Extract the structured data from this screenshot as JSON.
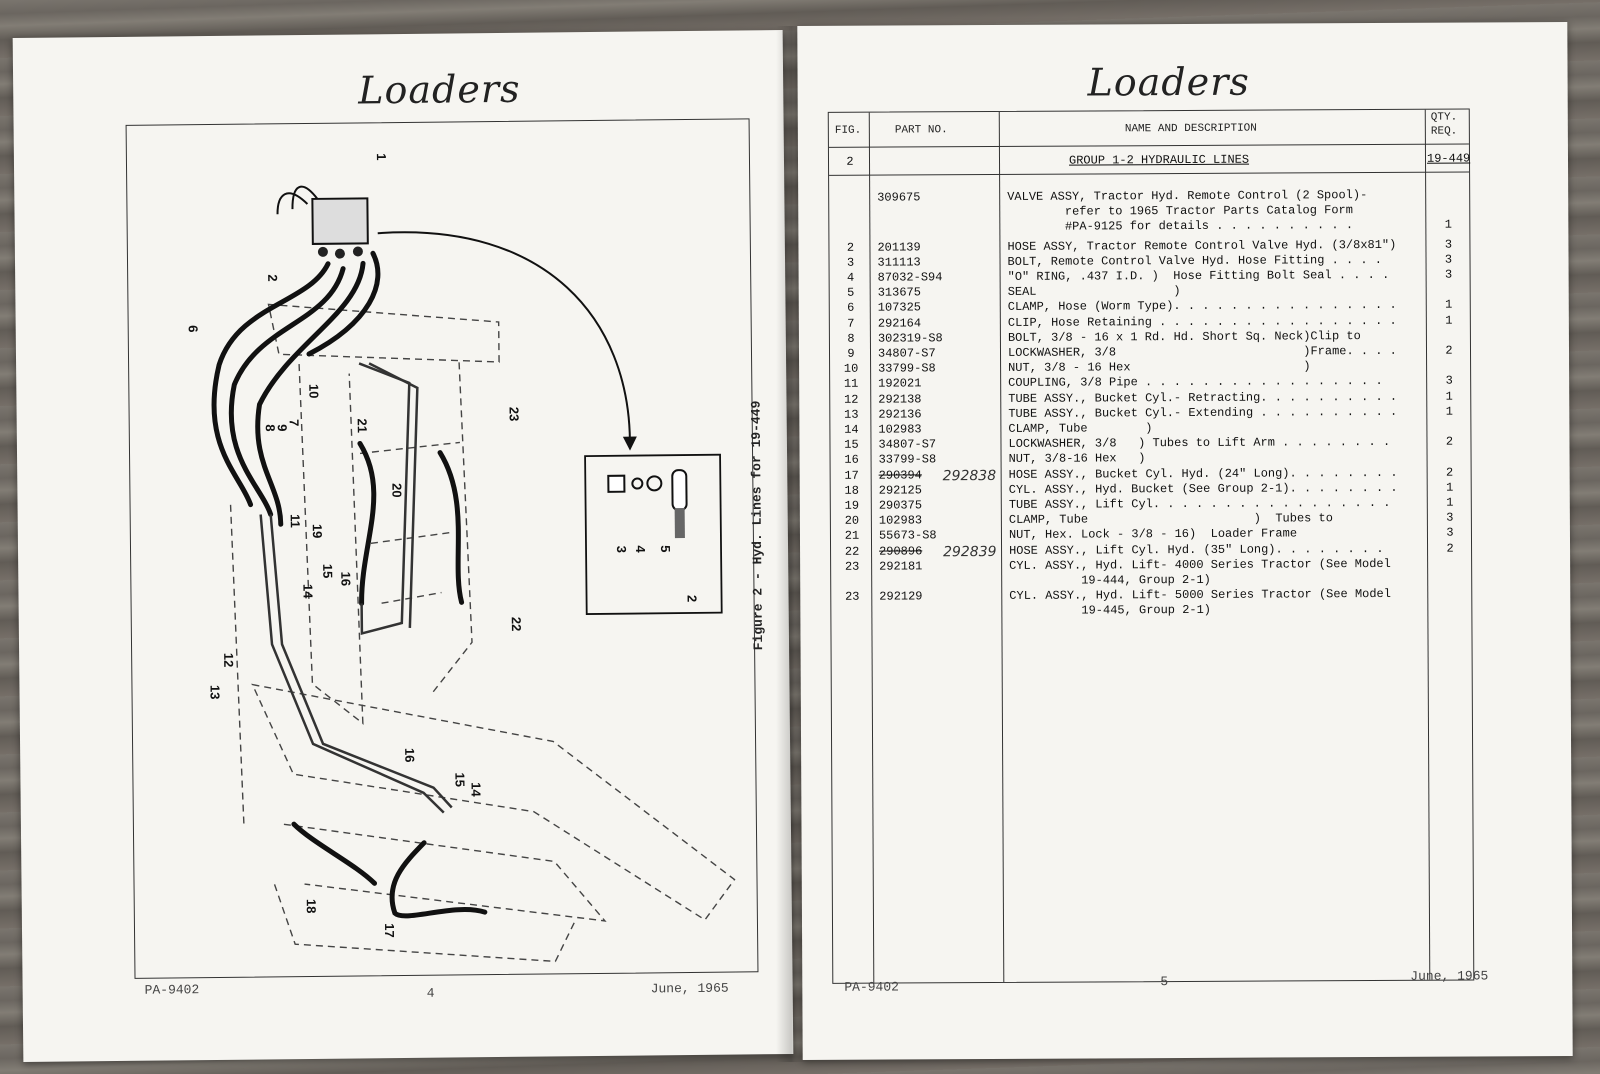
{
  "left_page": {
    "title": "Loaders",
    "caption": "Figure 2 - Hyd. Lines for 19-449",
    "footer_form": "PA-9402",
    "footer_page": "4",
    "footer_date": "June, 1965",
    "callouts": [
      "1",
      "2",
      "6",
      "10",
      "7",
      "9",
      "8",
      "21",
      "20",
      "23",
      "11",
      "19",
      "15",
      "16",
      "14",
      "12",
      "13",
      "22",
      "16",
      "15",
      "14",
      "18",
      "17",
      "3",
      "4",
      "5",
      "2"
    ]
  },
  "right_page": {
    "title": "Loaders",
    "footer_form": "PA-9402",
    "footer_page": "5",
    "footer_date": "June, 1965",
    "headers": {
      "fig": "FIG.",
      "part": "PART NO.",
      "desc": "NAME AND DESCRIPTION",
      "qty1": "QTY.",
      "qty2": "REQ."
    },
    "group_row": {
      "fig": "2",
      "desc": "GROUP 1-2 HYDRAULIC LINES",
      "qty": "19-449"
    },
    "rows": [
      {
        "fig": "",
        "part": "309675",
        "desc": "VALVE ASSY, Tractor Hyd. Remote Control (2 Spool)-",
        "qty": ""
      },
      {
        "fig": "",
        "part": "",
        "desc": "        refer to 1965 Tractor Parts Catalog Form",
        "qty": ""
      },
      {
        "fig": "",
        "part": "",
        "desc": "        #PA-9125 for details . . . . . . . . . .",
        "qty": "1"
      },
      {
        "fig": "2",
        "part": "201139",
        "desc": "HOSE ASSY, Tractor Remote Control Valve Hyd. (3/8x81\")",
        "qty": "3"
      },
      {
        "fig": "3",
        "part": "311113",
        "desc": "BOLT, Remote Control Valve Hyd. Hose Fitting . . . .",
        "qty": "3"
      },
      {
        "fig": "4",
        "part": "  87032-S94",
        "desc": "\"O\" RING, .437 I.D. )  Hose Fitting Bolt Seal . . . .",
        "qty": "3"
      },
      {
        "fig": "5",
        "part": "313675",
        "desc": "SEAL                   )",
        "qty": ""
      },
      {
        "fig": "6",
        "part": "107325",
        "desc": "CLAMP, Hose (Worm Type). . . . . . . . . . . . . . . .",
        "qty": "1"
      },
      {
        "fig": "7",
        "part": "292164",
        "desc": "CLIP, Hose Retaining . . . . . . . . . . . . . . . . .",
        "qty": "1"
      },
      {
        "fig": "8",
        "part": "  302319-S8",
        "desc": "BOLT, 3/8 - 16 x 1 Rd. Hd. Short Sq. Neck)Clip to",
        "qty": ""
      },
      {
        "fig": "9",
        "part": "  34807-S7",
        "desc": "LOCKWASHER, 3/8                          )Frame. . . .",
        "qty": "2"
      },
      {
        "fig": "10",
        "part": "  33799-S8",
        "desc": "NUT, 3/8 - 16 Hex                        )",
        "qty": ""
      },
      {
        "fig": "11",
        "part": "192021",
        "desc": "COUPLING, 3/8 Pipe . . . . . . . . . . . . . . . . .",
        "qty": "3"
      },
      {
        "fig": "12",
        "part": "292138",
        "desc": "TUBE ASSY., Bucket Cyl.- Retracting. . . . . . . . . .",
        "qty": "1"
      },
      {
        "fig": "13",
        "part": "292136",
        "desc": "TUBE ASSY., Bucket Cyl.- Extending . . . . . . . . . .",
        "qty": "1"
      },
      {
        "fig": "14",
        "part": "102983",
        "desc": "CLAMP, Tube        )",
        "qty": ""
      },
      {
        "fig": "15",
        "part": "  34807-S7",
        "desc": "LOCKWASHER, 3/8   ) Tubes to Lift Arm . . . . . . . .",
        "qty": "2"
      },
      {
        "fig": "16",
        "part": "  33799-S8",
        "desc": "NUT, 3/8-16 Hex   )",
        "qty": ""
      },
      {
        "fig": "17",
        "part": "290394",
        "part_note": "292838",
        "desc": "HOSE ASSY., Bucket Cyl. Hyd. (24\" Long). . . . . . . .",
        "qty": "2"
      },
      {
        "fig": "18",
        "part": "292125",
        "desc": "CYL. ASSY., Hyd. Bucket (See Group 2-1). . . . . . . .",
        "qty": "1"
      },
      {
        "fig": "19",
        "part": "290375",
        "desc": "TUBE ASSY., Lift Cyl. . . . . . . . . . . . . . . . .",
        "qty": "1"
      },
      {
        "fig": "20",
        "part": "102983",
        "desc": "CLAMP, Tube                       )  Tubes to",
        "qty": "3"
      },
      {
        "fig": "21",
        "part": "  55673-S8",
        "desc": "NUT, Hex. Lock - 3/8 - 16)  Loader Frame",
        "qty": "3"
      },
      {
        "fig": "22",
        "part": "290896",
        "part_note": "292839",
        "desc": "HOSE ASSY., Lift Cyl. Hyd. (35\" Long). . . . . . . .",
        "qty": "2"
      },
      {
        "fig": "23",
        "part": "292181",
        "desc": "CYL. ASSY., Hyd. Lift- 4000 Series Tractor (See Model",
        "qty": ""
      },
      {
        "fig": "",
        "part": "",
        "desc": "          19-444, Group 2-1)",
        "qty": ""
      },
      {
        "fig": "23",
        "part": "292129",
        "desc": "CYL. ASSY., Hyd. Lift- 5000 Series Tractor (See Model",
        "qty": ""
      },
      {
        "fig": "",
        "part": "",
        "desc": "          19-445, Group 2-1)",
        "qty": ""
      }
    ]
  }
}
